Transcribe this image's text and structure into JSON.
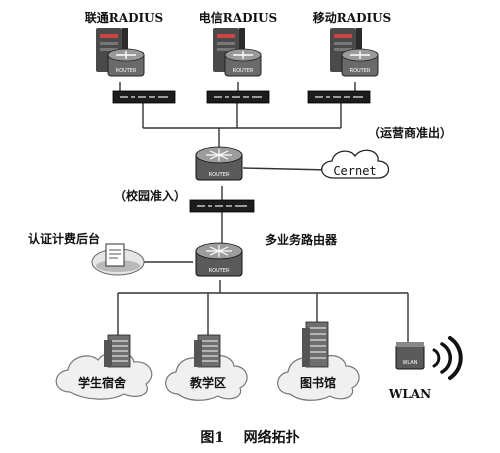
{
  "diagram": {
    "radius_servers": [
      {
        "label": "联通RADIUS"
      },
      {
        "label": "电信RADIUS"
      },
      {
        "label": "移动RADIUS"
      }
    ],
    "router_badge": "ROUTER",
    "operator_exit_label": "（运营商准出）",
    "cernet_label": "Cernet",
    "campus_access_label": "（校园准入）",
    "billing_label": "认证计费后台",
    "multiservice_router_label": "多业务路由器",
    "buildings": [
      {
        "label": "学生宿舍"
      },
      {
        "label": "教学区"
      },
      {
        "label": "图书馆"
      }
    ],
    "wlan_label": "WLAN",
    "wlan_badge": "WLAN",
    "caption": "图1    网络拓扑"
  }
}
